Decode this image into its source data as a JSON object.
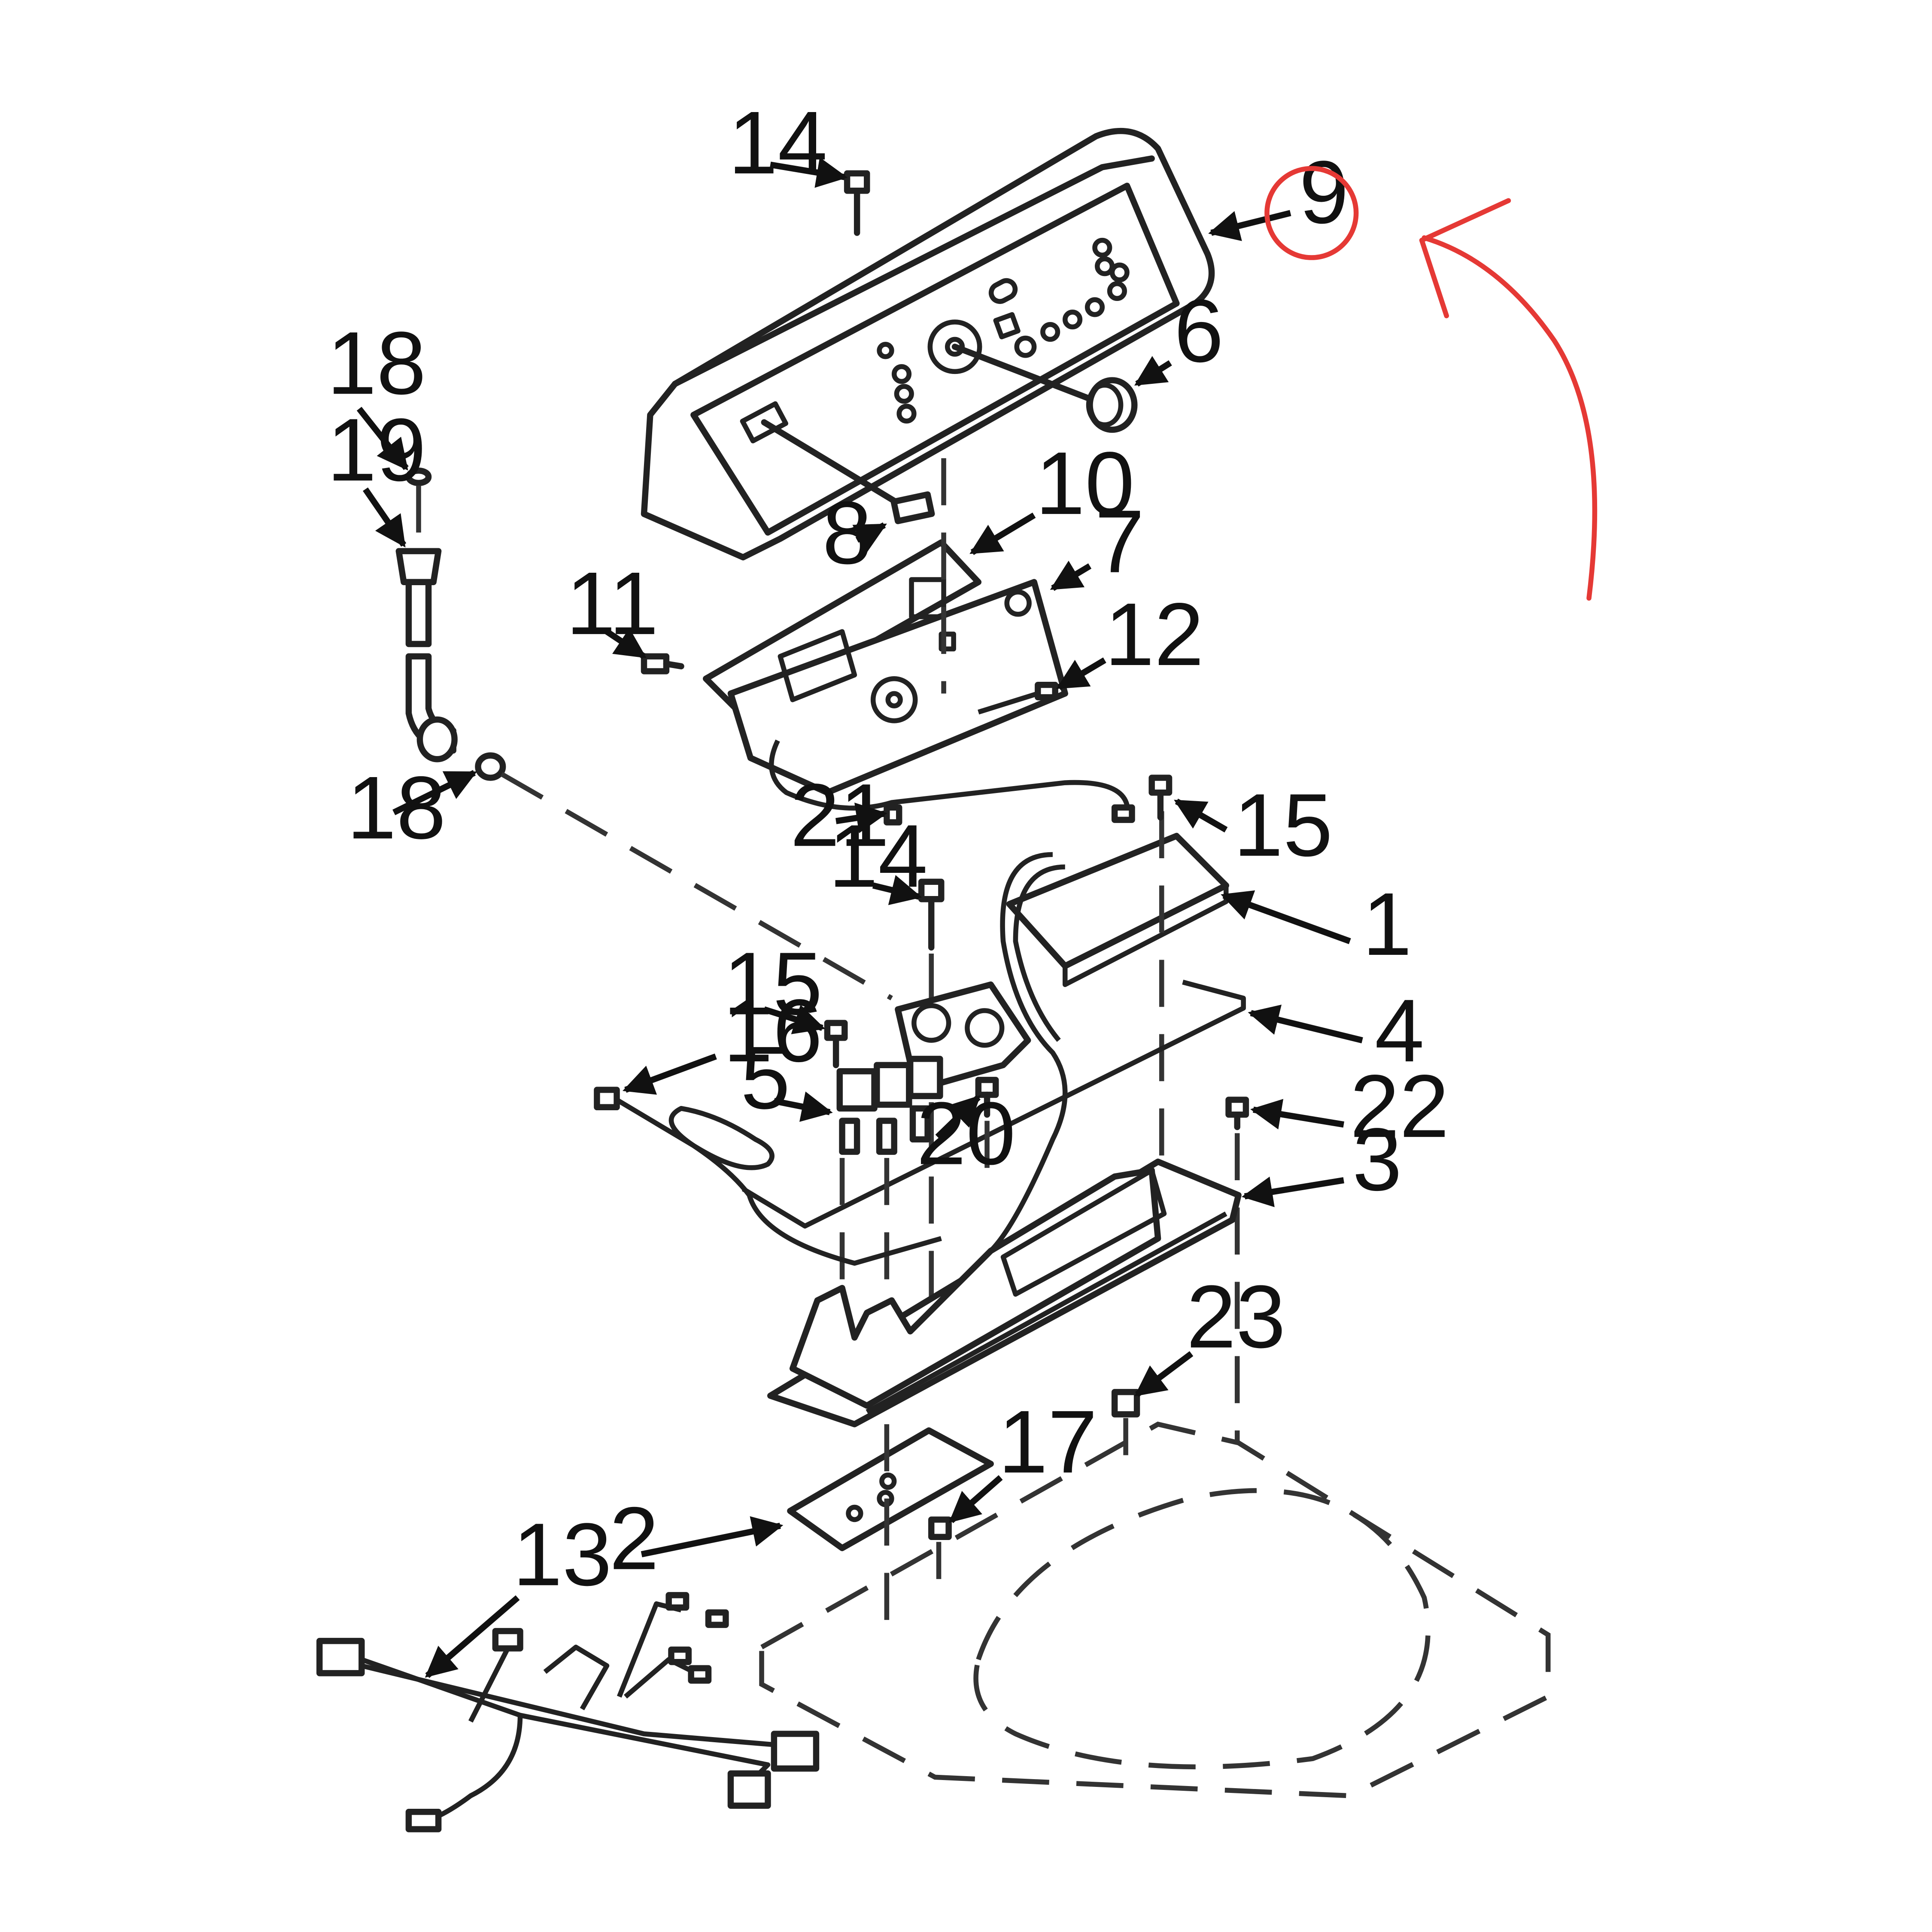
{
  "diagram": {
    "callouts": {
      "c1": "1",
      "c2": "2",
      "c3": "3",
      "c4": "4",
      "c5": "5",
      "c6": "6",
      "c7": "7",
      "c8": "8",
      "c9": "9",
      "c10": "10",
      "c11": "11",
      "c12": "12",
      "c13": "13",
      "c14a": "14",
      "c14b": "14",
      "c15a": "15",
      "c15b": "15",
      "c16": "16",
      "c17": "17",
      "c18a": "18",
      "c18b": "18",
      "c19": "19",
      "c20": "20",
      "c21": "21",
      "c22": "22",
      "c23": "23"
    },
    "highlight": {
      "label": "9",
      "color": "#e53935"
    }
  }
}
